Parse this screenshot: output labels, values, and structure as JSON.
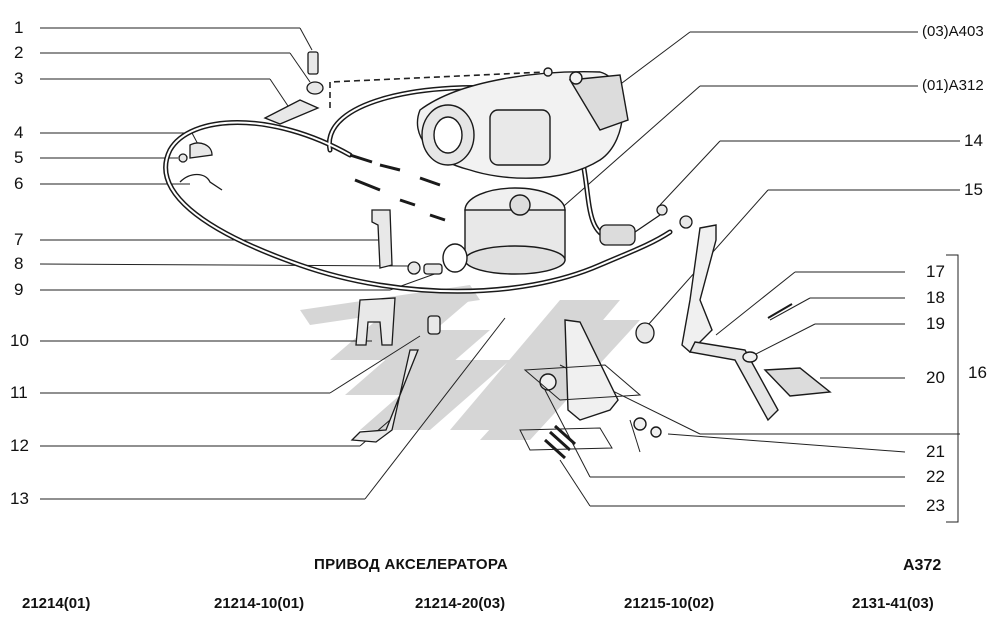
{
  "title": "ПРИВОД АКСЕЛЕРАТОРА",
  "diagram_code": "А372",
  "callouts_left": [
    "1",
    "2",
    "3",
    "4",
    "5",
    "6",
    "7",
    "8",
    "9",
    "10",
    "11",
    "12",
    "13"
  ],
  "callouts_right": [
    "14",
    "15",
    "17",
    "18",
    "19",
    "20",
    "21",
    "22",
    "23"
  ],
  "group_label": "16",
  "refs": [
    "(03)А403",
    "(01)А312"
  ],
  "variants": [
    "21214(01)",
    "21214-10(01)",
    "21214-20(03)",
    "21215-10(02)",
    "2131-41(03)"
  ],
  "colors": {
    "ink": "#1a1a1a",
    "watermark": "#d4d4d4"
  }
}
